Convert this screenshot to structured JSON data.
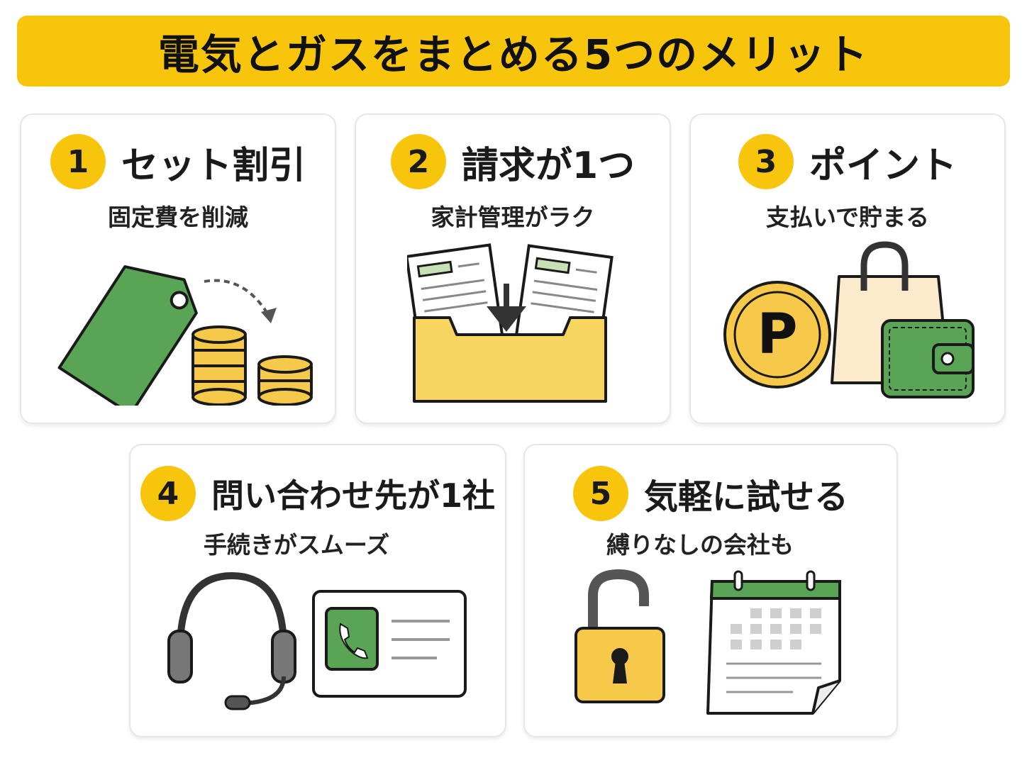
{
  "header": {
    "title": "電気とガスをまとめる5つのメリット"
  },
  "colors": {
    "accent": "#f7c50c",
    "green": "#5aa555",
    "coin": "#f7c94a",
    "dark": "#1a1a1a"
  },
  "merits": [
    {
      "number": "1",
      "title": "セット割引",
      "subtitle": "固定費を削減",
      "icon": "price-tag-coins-icon"
    },
    {
      "number": "2",
      "title": "請求が1つ",
      "subtitle": "家計管理がラク",
      "icon": "document-tray-icon"
    },
    {
      "number": "3",
      "title": "ポイント",
      "subtitle": "支払いで貯まる",
      "icon": "point-coin-wallet-icon"
    },
    {
      "number": "4",
      "title": "問い合わせ先が1社",
      "subtitle": "手続きがスムーズ",
      "icon": "headset-contact-card-icon"
    },
    {
      "number": "5",
      "title": "気軽に試せる",
      "subtitle": "縛りなしの会社も",
      "icon": "unlock-calendar-icon"
    }
  ]
}
